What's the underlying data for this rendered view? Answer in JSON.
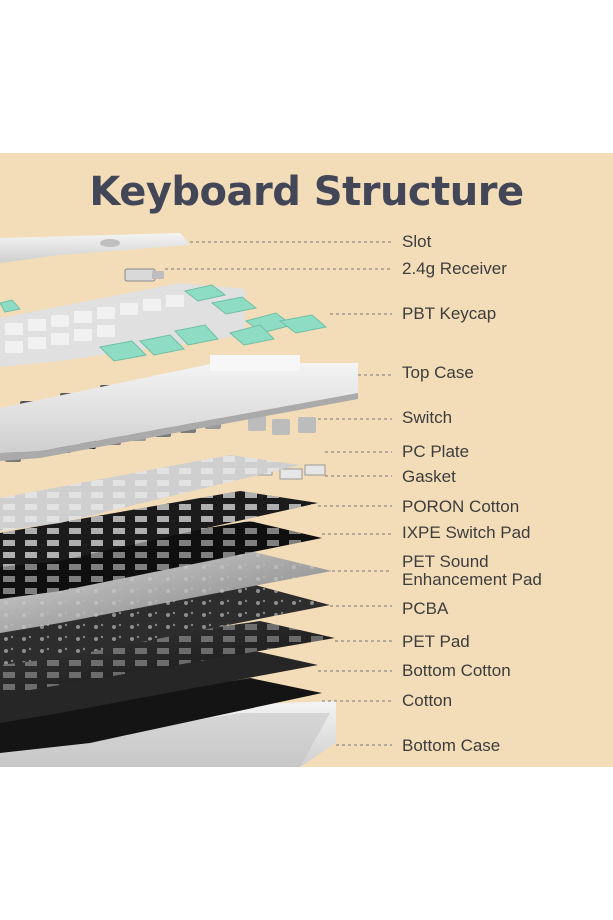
{
  "title": "Keyboard Structure",
  "colors": {
    "background": "#f3dcb8",
    "title": "#434657",
    "keycap_mint": "#8fdcc4",
    "keycap_white": "#eeeeee",
    "case_white": "#e9e9e9",
    "layer_dark": "#1e1e1e"
  },
  "labels": [
    {
      "id": "slot",
      "text": "Slot"
    },
    {
      "id": "receiver",
      "text": "2.4g Receiver"
    },
    {
      "id": "pbt-keycap",
      "text": "PBT Keycap"
    },
    {
      "id": "top-case",
      "text": "Top Case"
    },
    {
      "id": "switch",
      "text": "Switch"
    },
    {
      "id": "pc-plate",
      "text": "PC Plate"
    },
    {
      "id": "gasket",
      "text": "Gasket"
    },
    {
      "id": "poron-cotton",
      "text": "PORON Cotton"
    },
    {
      "id": "ixpe-switch-pad",
      "text": "IXPE Switch Pad"
    },
    {
      "id": "pet-sound-pad",
      "text": "PET Sound",
      "text2": "Enhancement Pad"
    },
    {
      "id": "pcba",
      "text": "PCBA"
    },
    {
      "id": "pet-pad",
      "text": "PET Pad"
    },
    {
      "id": "bottom-cotton",
      "text": "Bottom Cotton"
    },
    {
      "id": "cotton",
      "text": "Cotton"
    },
    {
      "id": "bottom-case",
      "text": "Bottom Case"
    }
  ]
}
